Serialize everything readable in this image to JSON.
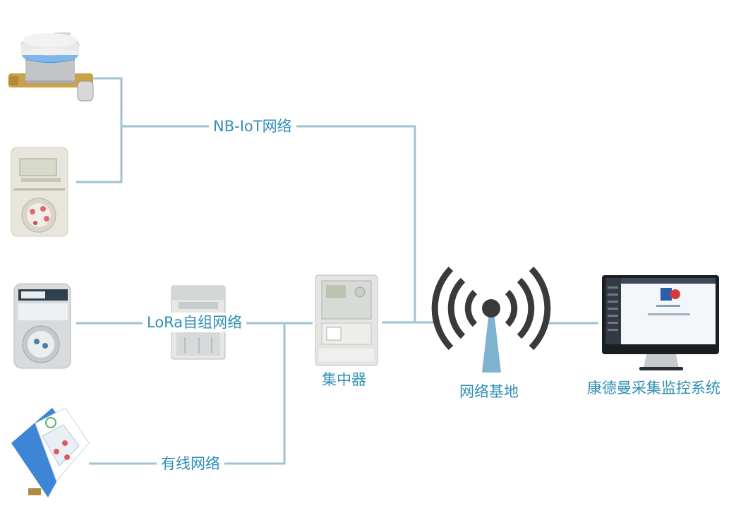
{
  "networks": {
    "nbiot": "NB-IoT网络",
    "lora": "LoRa自组网络",
    "wired": "有线网络"
  },
  "nodes": {
    "concentrator": "集中器",
    "base_station": "网络基地",
    "system": "康德曼采集监控系统"
  },
  "colors": {
    "line": "#9ec3d1",
    "text": "#2f8fb5",
    "antenna": "#7eb3cf",
    "waves": "#3a3a3a"
  },
  "devices": [
    {
      "name": "nb-iot-mechanical-water-meter"
    },
    {
      "name": "nb-iot-lcd-water-meter"
    },
    {
      "name": "lora-water-meter"
    },
    {
      "name": "wired-water-meter"
    },
    {
      "name": "lora-module"
    },
    {
      "name": "concentrator-device"
    },
    {
      "name": "base-station-icon"
    },
    {
      "name": "monitor-icon"
    }
  ]
}
